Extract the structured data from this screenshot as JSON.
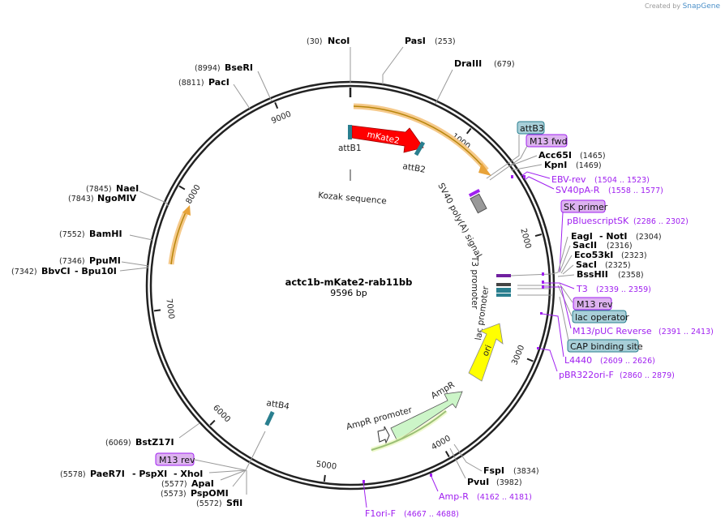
{
  "plasmid": {
    "name": "actc1b-mKate2-rab11bb",
    "length": "9596 bp",
    "length_bp": 9596
  },
  "branding": {
    "created_by": "Created by",
    "app": "SnapGene"
  },
  "ticks": [
    "1000",
    "2000",
    "3000",
    "4000",
    "5000",
    "6000",
    "7000",
    "8000",
    "9000"
  ],
  "enzymes": {
    "ncoi": {
      "name": "NcoI",
      "pos": "(30)"
    },
    "pasi": {
      "name": "PasI",
      "pos": "(253)"
    },
    "draiii": {
      "name": "DraIII",
      "pos": "(679)"
    },
    "acc65i": {
      "name": "Acc65I",
      "pos": "(1465)"
    },
    "kpni": {
      "name": "KpnI",
      "pos": "(1469)"
    },
    "eagi": {
      "name": "EagI",
      "name2": "- NotI",
      "pos": "(2304)"
    },
    "sacii": {
      "name": "SacII",
      "pos": "(2316)"
    },
    "eco53ki": {
      "name": "Eco53kI",
      "pos": "(2323)"
    },
    "saci": {
      "name": "SacI",
      "pos": "(2325)"
    },
    "bsshii": {
      "name": "BssHII",
      "pos": "(2358)"
    },
    "fspi": {
      "name": "FspI",
      "pos": "(3834)"
    },
    "pvui": {
      "name": "PvuI",
      "pos": "(3982)"
    },
    "sfii": {
      "name": "SfiI",
      "pos": "(5572)"
    },
    "pspomi": {
      "name": "PspOMI",
      "pos": "(5573)"
    },
    "apai": {
      "name": "ApaI",
      "pos": "(5577)"
    },
    "paer7i": {
      "name": "PaeR7I",
      "name2": "- PspXI",
      "name3": "- XhoI",
      "pos": "(5578)"
    },
    "bstz17i": {
      "name": "BstZ17I",
      "pos": "(6069)"
    },
    "bbvci": {
      "name": "BbvCI",
      "name2": "- Bpu10I",
      "pos": "(7342)"
    },
    "ppumi": {
      "name": "PpuMI",
      "pos": "(7346)"
    },
    "bamhi": {
      "name": "BamHI",
      "pos": "(7552)"
    },
    "ngomiv": {
      "name": "NgoMIV",
      "pos": "(7843)"
    },
    "naei": {
      "name": "NaeI",
      "pos": "(7845)"
    },
    "paci": {
      "name": "PacI",
      "pos": "(8811)"
    },
    "bseri": {
      "name": "BseRI",
      "pos": "(8994)"
    }
  },
  "primers": {
    "ebv": {
      "name": "EBV-rev",
      "range": "(1504 .. 1523)"
    },
    "sv40pa": {
      "name": "SV40pA-R",
      "range": "(1558 .. 1577)"
    },
    "pbs": {
      "name": "pBluescriptSK",
      "range": "(2286 .. 2302)"
    },
    "t3": {
      "name": "T3",
      "range": "(2339 .. 2359)"
    },
    "m13puc": {
      "name": "M13/pUC Reverse",
      "range": "(2391 .. 2413)"
    },
    "l4440": {
      "name": "L4440",
      "range": "(2609 .. 2626)"
    },
    "pbr": {
      "name": "pBR322ori-F",
      "range": "(2860 .. 2879)"
    },
    "ampr": {
      "name": "Amp-R",
      "range": "(4162 .. 4181)"
    },
    "f1ori": {
      "name": "F1ori-F",
      "range": "(4667 .. 4688)"
    }
  },
  "boxed": {
    "attb3": "attB3",
    "m13fwd": "M13 fwd",
    "skprimer": "SK primer",
    "m13rev": "M13 rev",
    "lacop": "lac operator",
    "cap": "CAP binding site",
    "m13rev2": "M13 rev"
  },
  "features": {
    "mkate2": "mKate2",
    "attb1": "attB1",
    "attb2": "attB2",
    "kozak": "Kozak sequence",
    "sv40": "SV40 poly(A) signal",
    "t3prom": "T3 promoter",
    "lacprom": "lac promoter",
    "ori": "ori",
    "ampr": "AmpR",
    "amprprom": "AmpR promoter",
    "attb4": "attB4"
  },
  "colors": {
    "mkate2": "#ff0000",
    "ori": "#ffff00",
    "ampr": "#ccf5c8",
    "orange": "#f5c98a",
    "primer": "#a020f0"
  }
}
